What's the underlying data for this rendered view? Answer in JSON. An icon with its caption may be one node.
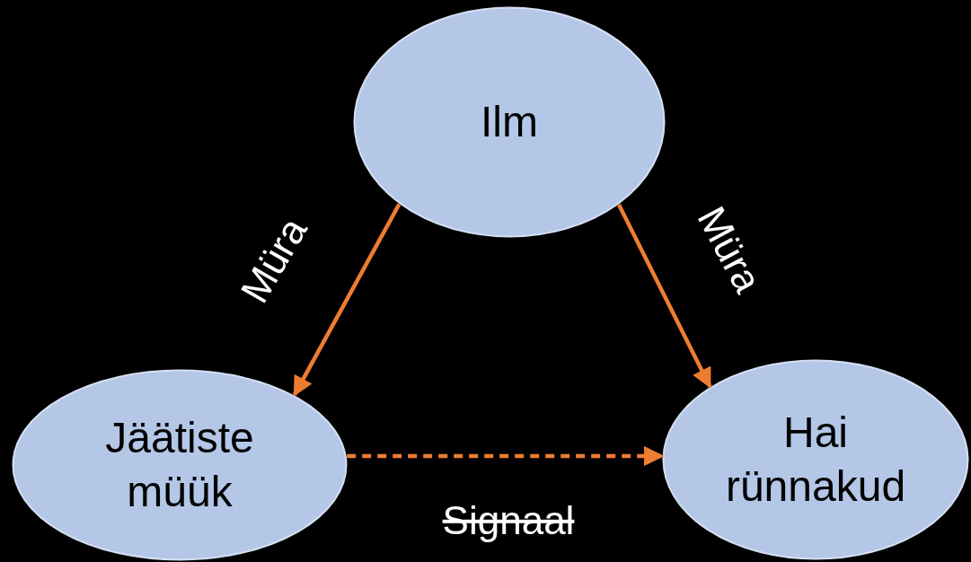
{
  "diagram": {
    "nodes": [
      {
        "text": [
          "Ilm"
        ]
      },
      {
        "text": [
          "Jäätiste müük"
        ]
      },
      {
        "text": [
          "Hai rünnakud"
        ]
      }
    ],
    "edges": [
      {
        "from": 0,
        "to": 1,
        "arrow": "to",
        "label": "Müra"
      },
      {
        "from": 0,
        "to": 2,
        "arrow": "to",
        "label": "Müra"
      },
      {
        "from": 1,
        "to": 2,
        "arrow": "to",
        "label": "Signaal",
        "style": "dashed"
      }
    ]
  }
}
